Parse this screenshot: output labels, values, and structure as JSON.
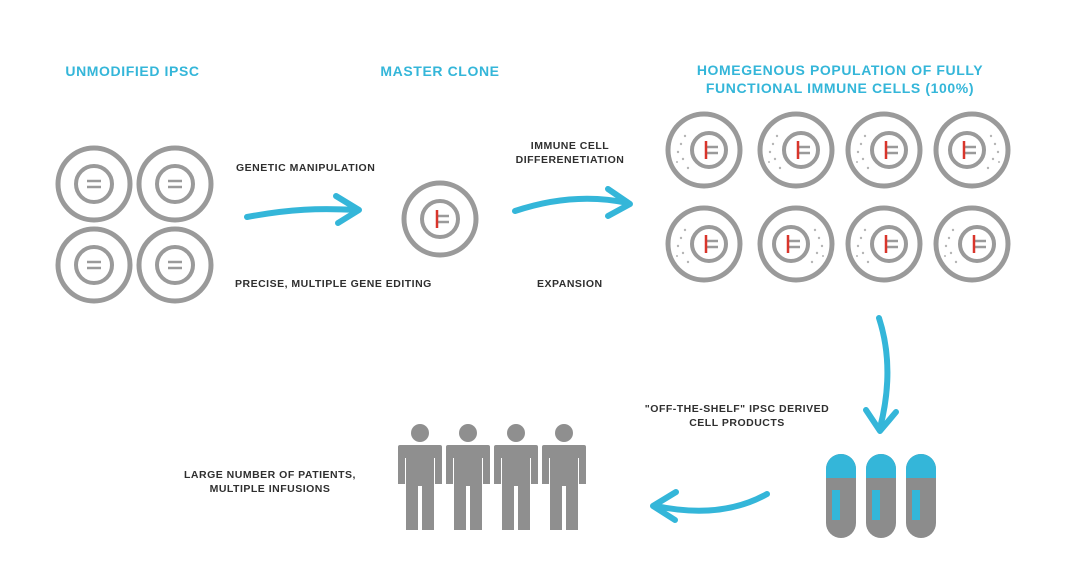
{
  "headings": {
    "unmodified": "UNMODIFIED IPSC",
    "master": "MASTER CLONE",
    "population_line1": "HOMEGENOUS POPULATION OF FULLY",
    "population_line2": "FUNCTIONAL IMMUNE CELLS (100%)"
  },
  "labels": {
    "genetic_manipulation": "GENETIC MANIPULATION",
    "gene_editing": "PRECISE, MULTIPLE GENE EDITING",
    "differentiation_line1": "IMMUNE CELL",
    "differentiation_line2": "DIFFERENETIATION",
    "expansion": "EXPANSION",
    "products_line1": "\"OFF-THE-SHELF\" IPSC DERIVED",
    "products_line2": "CELL PRODUCTS",
    "patients_line1": "LARGE NUMBER OF PATIENTS,",
    "patients_line2": "MULTIPLE INFUSIONS"
  },
  "colors": {
    "accent": "#34b6d9",
    "cell_gray": "#9a9a9a",
    "edit_red": "#d9352b",
    "person_gray": "#8f8f8f",
    "vial_body": "#8c8c8c"
  }
}
